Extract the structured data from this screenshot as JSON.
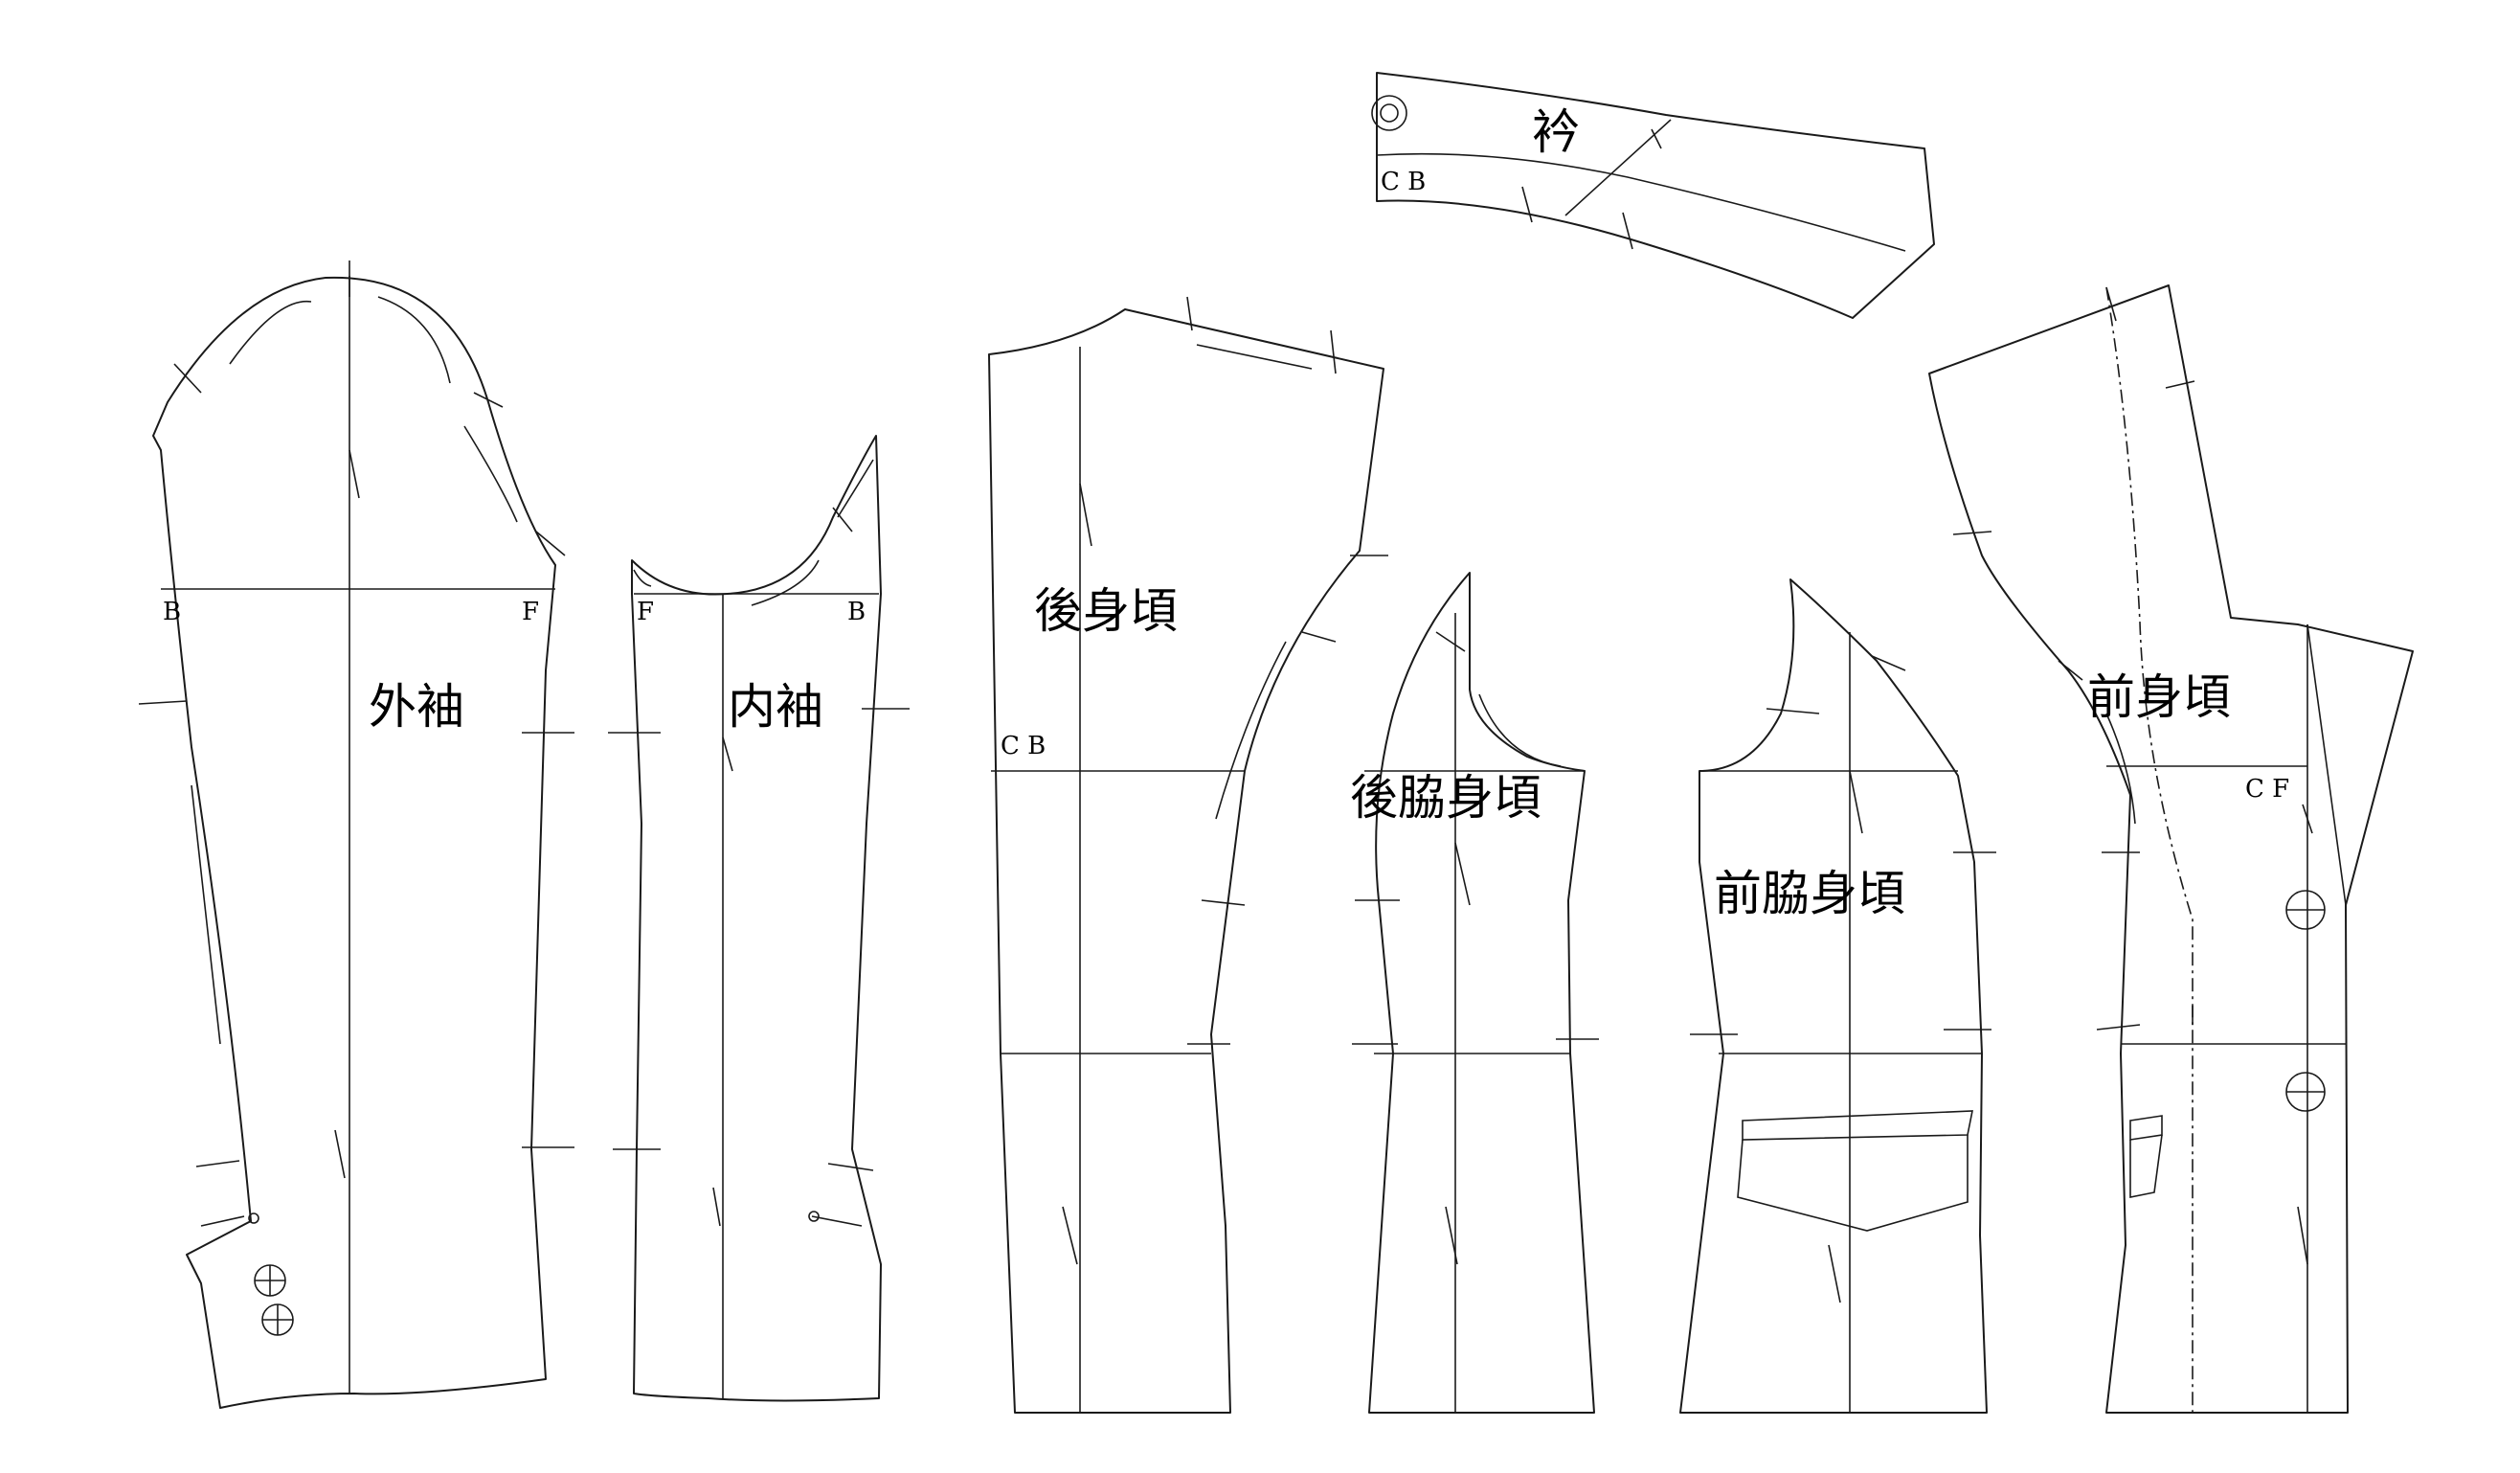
{
  "pieces": {
    "collar": "衿",
    "outer_sleeve": "外袖",
    "inner_sleeve": "内袖",
    "back_body": "後身頃",
    "back_side_body": "後脇身頃",
    "front_side_body": "前脇身頃",
    "front_body": "前身頃"
  },
  "marks": {
    "cb": "C B",
    "cf": "C F",
    "b": "B",
    "f": "F"
  }
}
